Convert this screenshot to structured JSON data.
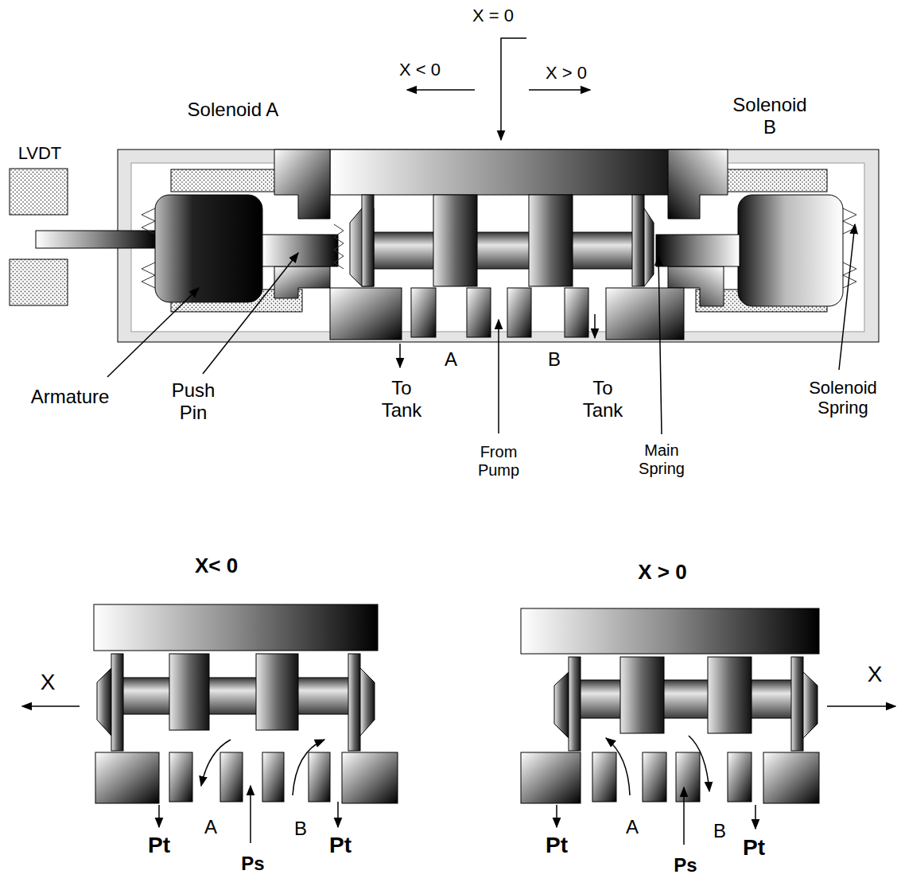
{
  "diagram": {
    "labels": [
      "X = 0",
      "X < 0",
      "X > 0",
      "Solenoid A",
      "Solenoid B",
      "LVDT",
      "Armature",
      "Push Pin",
      "To Tank",
      "A",
      "B",
      "To Tank",
      "From Pump",
      "Main Spring",
      "Solenoid Spring",
      "X< 0",
      "X > 0",
      "X",
      "X",
      "Pt",
      "A",
      "Ps",
      "B",
      "Pt",
      "Pt",
      "A",
      "Ps",
      "B",
      "Pt"
    ]
  }
}
